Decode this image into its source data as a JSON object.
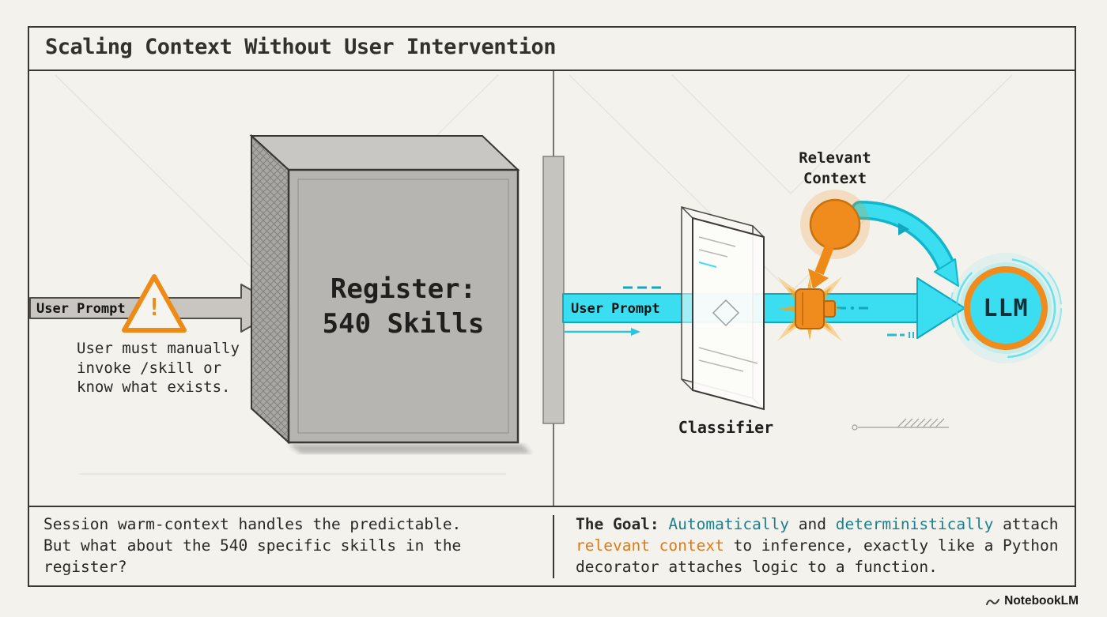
{
  "title": "Scaling Context Without User Intervention",
  "left": {
    "arrow_label": "User Prompt",
    "warning_mark": "!",
    "box_line1": "Register:",
    "box_line2": "540 Skills",
    "caption_line1": "User must manually",
    "caption_line2": "invoke /skill or",
    "caption_line3": "know what exists."
  },
  "right": {
    "arrow_label": "User Prompt",
    "context_line1": "Relevant",
    "context_line2": "Context",
    "classifier_label": "Classifier",
    "llm_label": "LLM"
  },
  "bottom": {
    "left_line1": "Session warm-context handles the predictable.",
    "left_line2": "But what about the 540 specific skills in the",
    "left_line3": "register?",
    "right_line1": [
      {
        "text": "The Goal: ",
        "style": "bold"
      },
      {
        "text": "Automatically",
        "style": "teal"
      },
      {
        "text": " and ",
        "style": "plain"
      },
      {
        "text": "deterministically",
        "style": "teal"
      },
      {
        "text": " attach",
        "style": "plain"
      }
    ],
    "right_line2": [
      {
        "text": "relevant context",
        "style": "orange"
      },
      {
        "text": " to inference, exactly like a Python",
        "style": "plain"
      }
    ],
    "right_line3": [
      {
        "text": "decorator attaches logic to a function.",
        "style": "plain"
      }
    ]
  },
  "footer": {
    "brand": "NotebookLM"
  },
  "colors": {
    "background": "#f4f2ec",
    "frame": "#3a3733",
    "cyan": "#3bdef0",
    "cyan_edge": "#0da9bd",
    "orange": "#f08c1e",
    "teal_text": "#1b7f8f",
    "orange_text": "#df7b16",
    "box_gray": "#b7b5b1"
  }
}
